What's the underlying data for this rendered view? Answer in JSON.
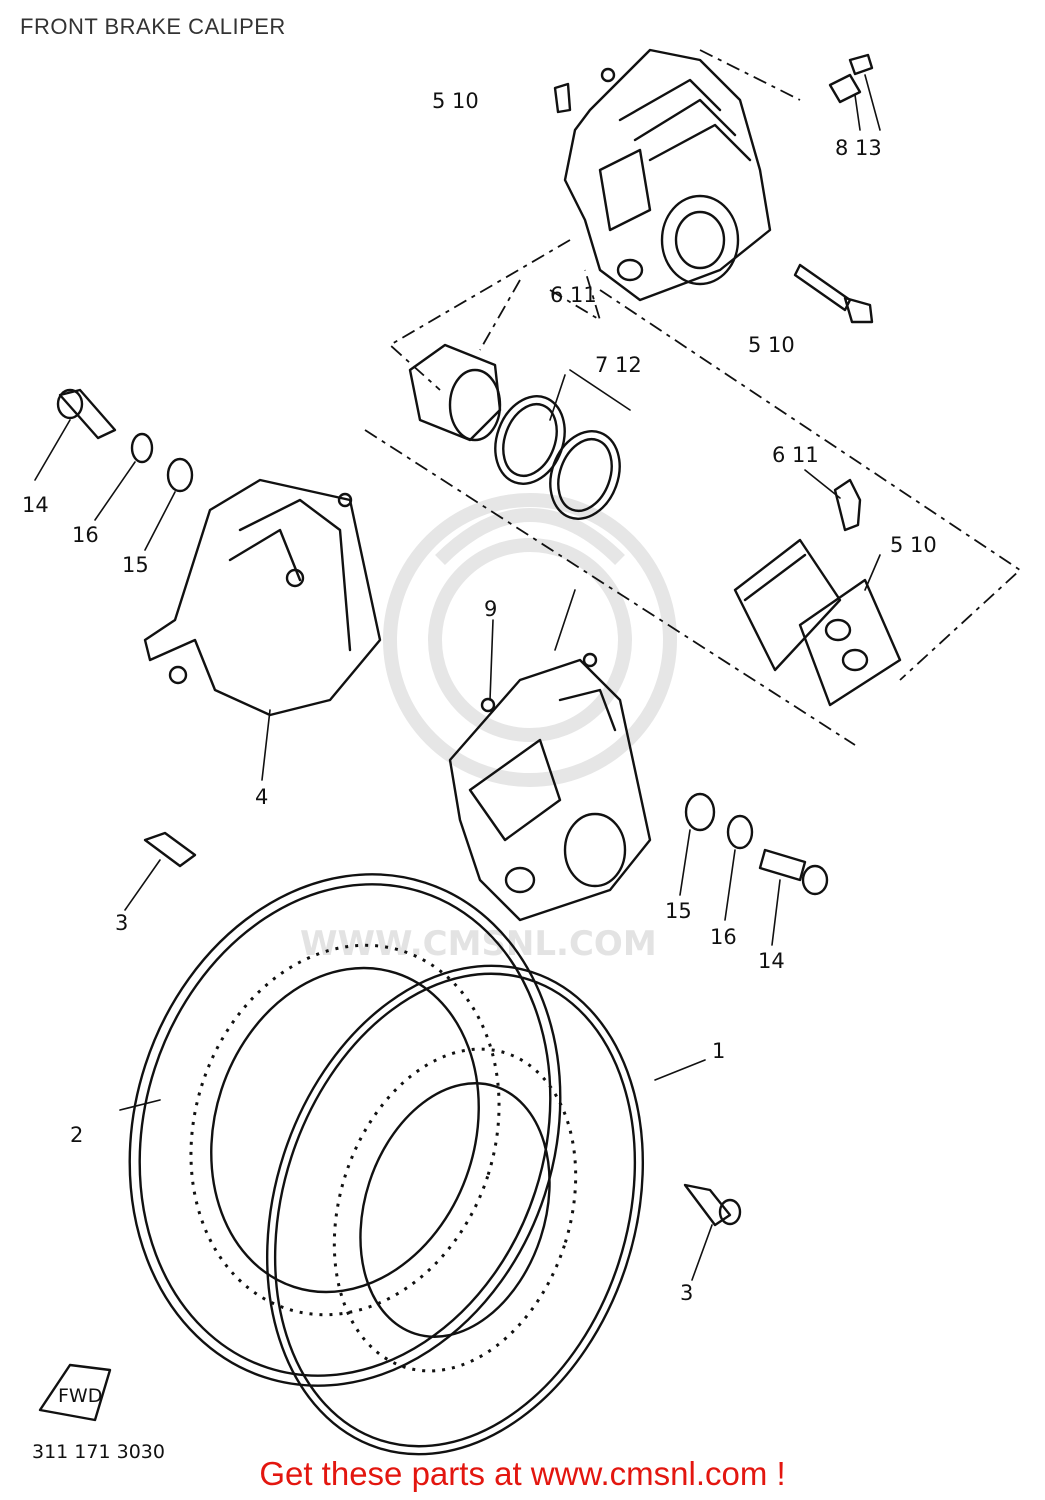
{
  "page": {
    "title": "FRONT BRAKE CALIPER"
  },
  "watermark": {
    "url": "WWW.CMSNL.COM"
  },
  "callouts": [
    {
      "text": "5 10"
    },
    {
      "text": "8 13"
    },
    {
      "text": "6 11"
    },
    {
      "text": "5 10"
    },
    {
      "text": "7 12"
    },
    {
      "text": "6 11"
    },
    {
      "text": "5 10"
    },
    {
      "text": "14"
    },
    {
      "text": "16"
    },
    {
      "text": "15"
    },
    {
      "text": "9"
    },
    {
      "text": "4"
    },
    {
      "text": "3"
    },
    {
      "text": "15"
    },
    {
      "text": "16"
    },
    {
      "text": "14"
    },
    {
      "text": "1"
    },
    {
      "text": "2"
    },
    {
      "text": "3"
    }
  ],
  "direction_tag": "FWD",
  "plate_code": "311 171 3030",
  "footer": {
    "link_text": "Get these parts at www.cmsnl.com !"
  },
  "colors": {
    "footer_text": "#e3160f",
    "line_art": "#111111",
    "watermark": "#e6e6e6",
    "title": "#333333"
  }
}
